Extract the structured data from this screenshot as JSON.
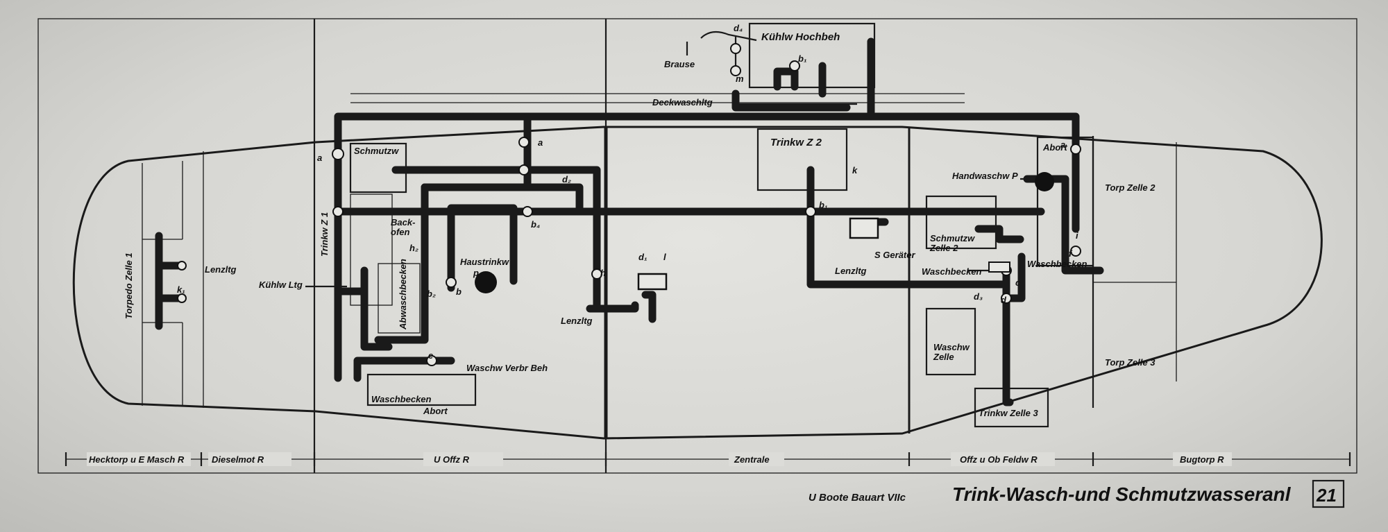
{
  "title": "Trink-Wasch-und Schmutzwasseranl",
  "subtitle": "U Boote Bauart VIIc",
  "plate_number": "21",
  "compartments": [
    "Hecktorp u E Masch R",
    "Dieselmot R",
    "U Offz R",
    "Zentrale",
    "Offz u Ob Feldw R",
    "Bugtorp R"
  ],
  "labels": {
    "kuehlw_hochbeh": "Kühlw Hochbeh",
    "brause": "Brause",
    "deckwaschltg": "Deckwaschltg",
    "schmutzw": "Schmutzw",
    "trinkw_z1": "Trinkw Z 1",
    "backofen": "Back-\nofen",
    "haustrinkw": "Haustrinkw",
    "abwaschbecken": "Abwaschbecken",
    "kuehlw_ltg": "Kühlw Ltg",
    "lenzltg_aft": "Lenzltg",
    "torpedo_zelle1": "Torpedo Zelle 1",
    "waschw_verbr_beh": "Waschw Verbr Beh",
    "waschbecken_aft": "Waschbecken",
    "abort_aft": "Abort",
    "lenzltg_mid": "Lenzltg",
    "trinkw_z2": "Trinkw Z 2",
    "s_geraeter": "S Geräter",
    "lenzltg_zentrale": "Lenzltg",
    "handwaschw_p": "Handwaschw P",
    "abort_fwd": "Abort",
    "schmutzw_zelle2": "Schmutzw\nZelle 2",
    "waschbecken_mid": "Waschbecken",
    "waschbecken_fwd": "Waschbecken",
    "waschw_zelle": "Waschw\nZelle",
    "trinkw_zelle3": "Trinkw Zelle 3",
    "torp_zelle2": "Torp Zelle 2",
    "torp_zelle3": "Torp Zelle 3"
  },
  "valve_marks": {
    "a_aft": "a",
    "a_mid": "a",
    "a_fwd": "a",
    "b": "b",
    "b1": "b₁",
    "b2": "b₂",
    "b4": "b₄",
    "b_fwd": "b₁",
    "c": "c",
    "d": "d",
    "d1": "d₁",
    "d2": "d₂",
    "d3": "d₃",
    "d4": "d₄",
    "e": "e",
    "f": "f",
    "h": "h",
    "h2": "h₂",
    "i": "i",
    "k": "k",
    "k1": "k₁",
    "l": "l",
    "m": "m",
    "p": "p"
  }
}
